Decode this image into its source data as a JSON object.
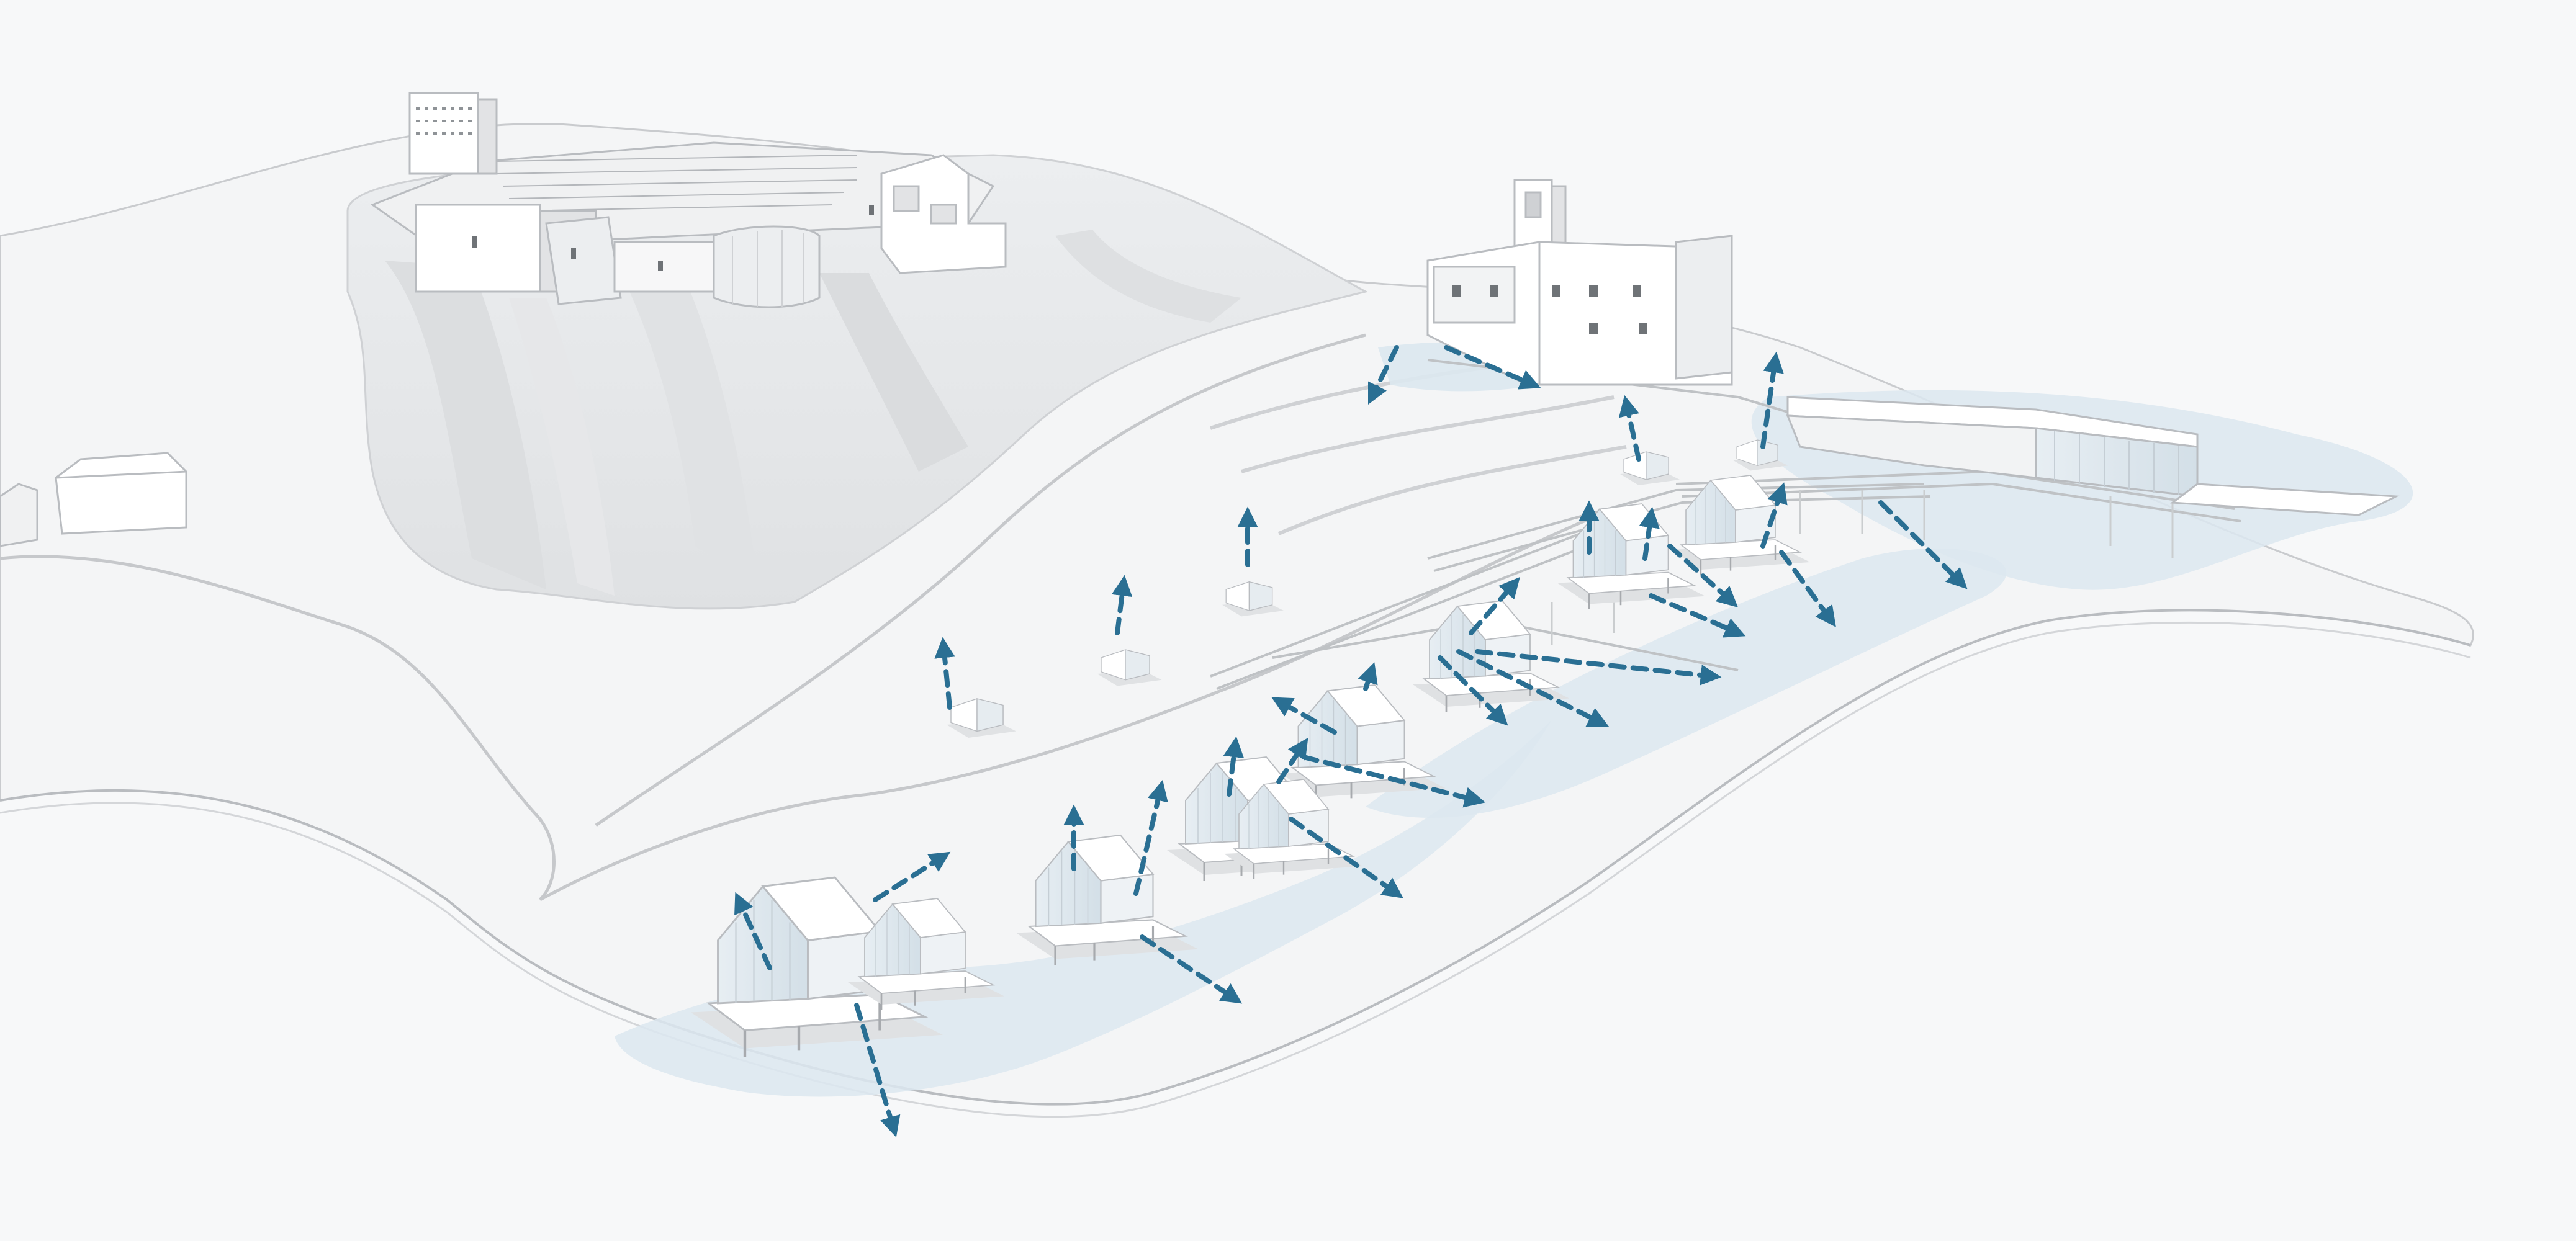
{
  "diagram": {
    "title": "",
    "colors": {
      "background": "#f7f8f9",
      "terrain": "#f4f5f6",
      "terrain_shadow": "#d9dadc",
      "cliff": "#e4e5e7",
      "building": "#ffffff",
      "building_shade": "#e2e3e5",
      "outline": "#b9bcc0",
      "view_zone": "#dce8f0",
      "arrow": "#2a6f93"
    },
    "layers": [
      {
        "id": "terrain",
        "icon": "terrain-icon"
      },
      {
        "id": "castle",
        "icon": "castle-icon"
      },
      {
        "id": "church",
        "icon": "church-icon"
      },
      {
        "id": "boardwalks",
        "icon": "boardwalk-icon"
      },
      {
        "id": "cabins",
        "icon": "cabin-icon"
      },
      {
        "id": "view_zones",
        "icon": "view-zone-icon"
      },
      {
        "id": "view_arrows",
        "icon": "dashed-arrow-icon"
      }
    ],
    "cabin_count": 14,
    "view_arrow_count": 30,
    "view_zone_count": 3
  }
}
